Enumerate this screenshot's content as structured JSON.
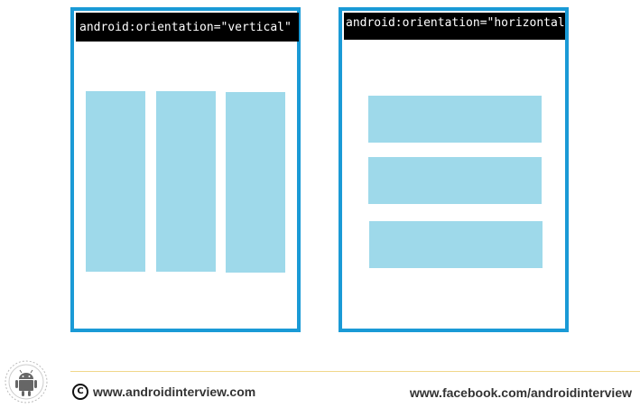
{
  "panels": {
    "vertical": {
      "title": "android:orientation=\"vertical\""
    },
    "horizontal": {
      "title": "android:orientation=\"horizontal"
    }
  },
  "footer": {
    "left_text": "www.androidinterview.com",
    "right_text": "www.facebook.com/androidinterview",
    "copyright_icon": "copyright-icon",
    "logo_icon": "android-robot-icon"
  },
  "colors": {
    "panel_border": "#1a9ad6",
    "block_fill": "#9ed9ea",
    "title_bg": "#000000",
    "footer_rule": "#f1d78a"
  }
}
